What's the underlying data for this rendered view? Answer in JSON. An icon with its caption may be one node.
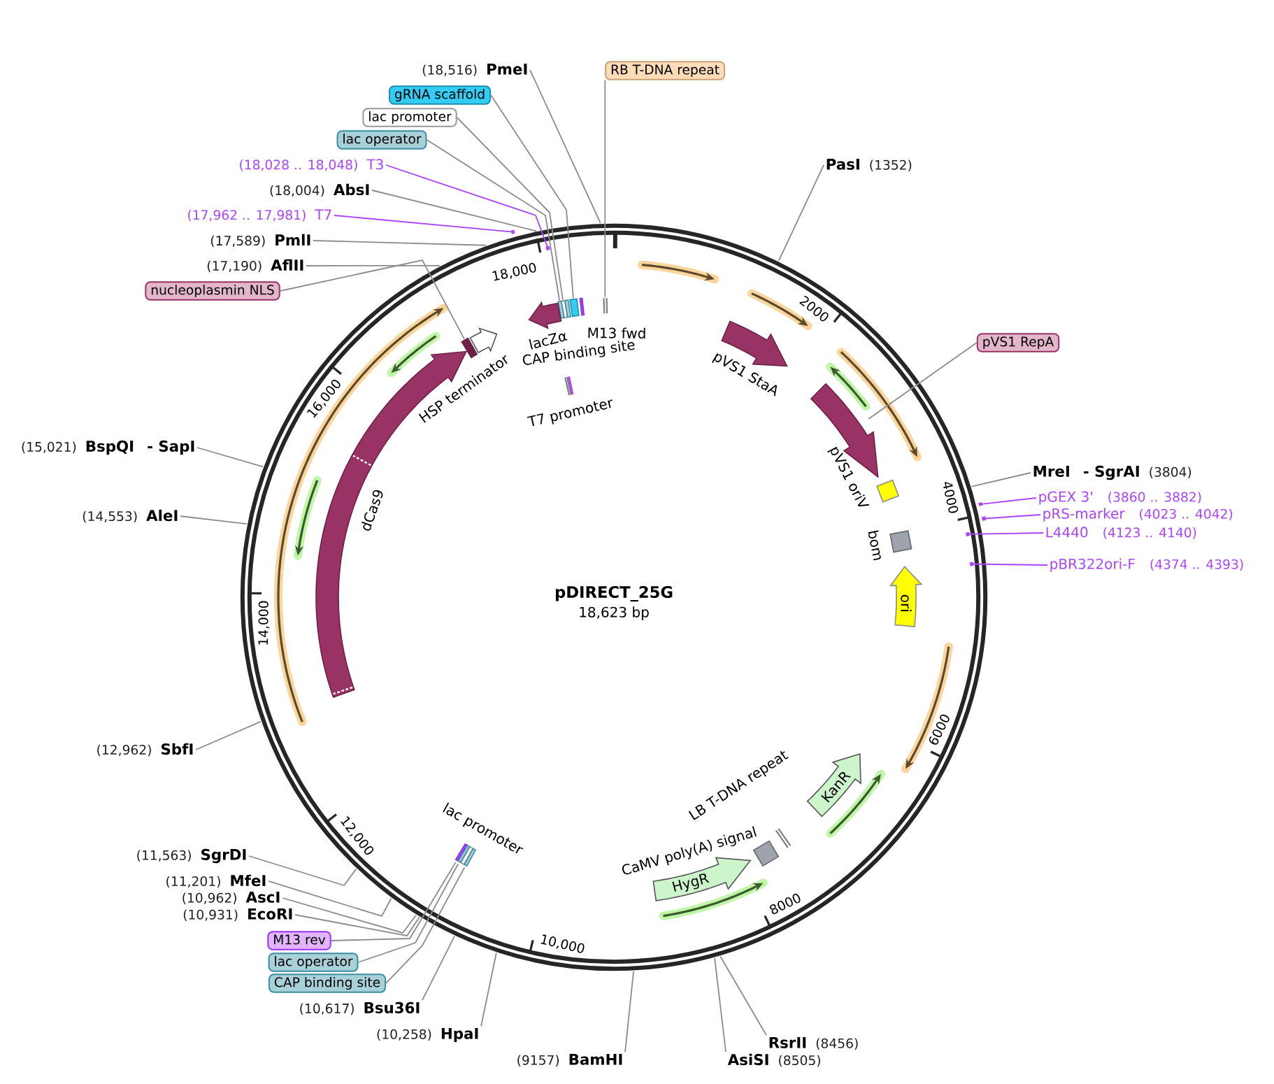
{
  "diagram": {
    "title": "pDIRECT_25G",
    "nodes": [
      {
        "text": [
          "(18,516)",
          "PmeI"
        ]
      },
      {
        "text": [
          "RB T-DNA repeat"
        ]
      },
      {
        "text": [
          "gRNA scaffold"
        ]
      },
      {
        "text": [
          "lac promoter"
        ]
      },
      {
        "text": [
          "lac operator"
        ]
      },
      {
        "text": [
          "(18,028 .. 18,048)",
          "T3"
        ]
      },
      {
        "text": [
          "PasI",
          "(1352)"
        ]
      },
      {
        "text": [
          "(18,004)",
          "AbsI"
        ]
      },
      {
        "text": [
          "(17,962 .. 17,981)",
          "T7"
        ]
      },
      {
        "text": [
          "(17,589)",
          "PmlI"
        ]
      },
      {
        "text": [
          "(17,190)",
          "AflII"
        ]
      },
      {
        "text": [
          "nucleoplasmin NLS"
        ]
      },
      {
        "text": [
          "pVS1 RepA"
        ]
      },
      {
        "text": [
          "(15,021)",
          "BspQI",
          "- SapI"
        ]
      },
      {
        "text": [
          "MreI",
          "- SgrAI",
          "(3804)"
        ]
      },
      {
        "text": [
          "pGEX 3'",
          "(3860 .. 3882)"
        ]
      },
      {
        "text": [
          "pRS-marker",
          "(4023 .. 4042)"
        ]
      },
      {
        "text": [
          "(14,553)",
          "AleI"
        ]
      },
      {
        "text": [
          "L4440",
          "(4123 .. 4140)"
        ]
      },
      {
        "text": [
          "pBR322ori-F",
          "(4374 .. 4393)"
        ]
      },
      {
        "text": [
          "(12,962)",
          "SbfI"
        ]
      },
      {
        "text": [
          "(11,563)",
          "SgrDI"
        ]
      },
      {
        "text": [
          "(11,201)",
          "MfeI"
        ]
      },
      {
        "text": [
          "(10,962)",
          "AscI"
        ]
      },
      {
        "text": [
          "(10,931)",
          "EcoRI"
        ]
      },
      {
        "text": [
          "M13 rev"
        ]
      },
      {
        "text": [
          "lac operator"
        ]
      },
      {
        "text": [
          "CAP binding site"
        ]
      },
      {
        "text": [
          "(10,617)",
          "Bsu36I"
        ]
      },
      {
        "text": [
          "(10,258)",
          "HpaI"
        ]
      },
      {
        "text": [
          "RsrII",
          "(8456)"
        ]
      },
      {
        "text": [
          "(9157)",
          "BamHI"
        ]
      },
      {
        "text": [
          "AsiSI",
          "(8505)"
        ]
      },
      {
        "text": [],
        "shape": "bar"
      },
      {
        "text": [],
        "shape": "box"
      },
      {
        "text": [],
        "shape": "box"
      },
      {
        "text": [],
        "shape": "box"
      },
      {
        "text": [
          "CAP binding site"
        ]
      },
      {
        "text": [],
        "shape": "bar"
      },
      {
        "text": [],
        "shape": "bar"
      },
      {
        "text": [
          "lacZα"
        ]
      },
      {
        "text": [
          "M13 fwd"
        ]
      },
      {
        "text": [
          "T7 promoter"
        ]
      },
      {
        "text": [
          "HSP terminator"
        ]
      },
      {
        "text": [],
        "shape": "bar"
      },
      {
        "text": [
          "dCas9"
        ]
      },
      {
        "text": [
          "pVS1 StaA"
        ]
      },
      {
        "text": [],
        "shape": "arrow"
      },
      {
        "text": [
          "pVS1 oriV"
        ]
      },
      {
        "text": [
          "bom"
        ]
      },
      {
        "text": [
          "ori"
        ]
      },
      {
        "text": [],
        "shape": "bar"
      },
      {
        "text": [],
        "shape": "bar"
      },
      {
        "text": [],
        "shape": "bar"
      },
      {
        "text": [],
        "shape": "bar"
      },
      {
        "text": [
          "KanR"
        ]
      },
      {
        "text": [
          "LB T-DNA repeat"
        ]
      },
      {
        "text": [
          "CaMV poly(A) signal"
        ]
      },
      {
        "text": [
          "HygR"
        ]
      },
      {
        "text": [
          "lac promoter"
        ]
      },
      {
        "text": [],
        "shape": "box"
      },
      {
        "text": [],
        "shape": "box"
      },
      {
        "text": [],
        "shape": "box"
      }
    ],
    "edges": [
      {
        "from": 0,
        "to": null,
        "arrow": "none"
      },
      {
        "from": 1,
        "to": 33,
        "arrow": "none"
      },
      {
        "from": 2,
        "to": 34,
        "arrow": "none"
      },
      {
        "from": 3,
        "to": 35,
        "arrow": "none"
      },
      {
        "from": 4,
        "to": 36,
        "arrow": "none"
      },
      {
        "from": 5,
        "to": 38,
        "arrow": "none",
        "color": "#aa44ff"
      },
      {
        "from": 6,
        "to": null,
        "arrow": "none"
      },
      {
        "from": 7,
        "to": null,
        "arrow": "none"
      },
      {
        "from": 8,
        "to": 39,
        "arrow": "none",
        "color": "#aa44ff"
      },
      {
        "from": 9,
        "to": null,
        "arrow": "none"
      },
      {
        "from": 10,
        "to": null,
        "arrow": "none"
      },
      {
        "from": 11,
        "to": 44,
        "arrow": "none"
      },
      {
        "from": 12,
        "to": 47,
        "arrow": "none"
      },
      {
        "from": 13,
        "to": null,
        "arrow": "none"
      },
      {
        "from": 14,
        "to": null,
        "arrow": "none"
      },
      {
        "from": 15,
        "to": 51,
        "arrow": "none",
        "color": "#aa44ff"
      },
      {
        "from": 16,
        "to": 52,
        "arrow": "none",
        "color": "#aa44ff"
      },
      {
        "from": 17,
        "to": null,
        "arrow": "none"
      },
      {
        "from": 18,
        "to": 53,
        "arrow": "none",
        "color": "#aa44ff"
      },
      {
        "from": 19,
        "to": 54,
        "arrow": "none",
        "color": "#aa44ff"
      },
      {
        "from": 20,
        "to": null,
        "arrow": "none"
      },
      {
        "from": 21,
        "to": null,
        "arrow": "none"
      },
      {
        "from": 22,
        "to": null,
        "arrow": "none"
      },
      {
        "from": 23,
        "to": null,
        "arrow": "none"
      },
      {
        "from": 24,
        "to": null,
        "arrow": "none"
      },
      {
        "from": 25,
        "to": 60,
        "arrow": "none"
      },
      {
        "from": 26,
        "to": 61,
        "arrow": "none"
      },
      {
        "from": 27,
        "to": 62,
        "arrow": "none"
      },
      {
        "from": 28,
        "to": null,
        "arrow": "none"
      },
      {
        "from": 29,
        "to": null,
        "arrow": "none"
      },
      {
        "from": 30,
        "to": null,
        "arrow": "none"
      },
      {
        "from": 31,
        "to": null,
        "arrow": "none"
      },
      {
        "from": 32,
        "to": null,
        "arrow": "none"
      }
    ],
    "labels": [
      "18,000",
      "2000",
      "16,000",
      "4000",
      "18,623 bp",
      "14,000",
      "6000",
      "12,000",
      "8000",
      "10,000"
    ]
  }
}
